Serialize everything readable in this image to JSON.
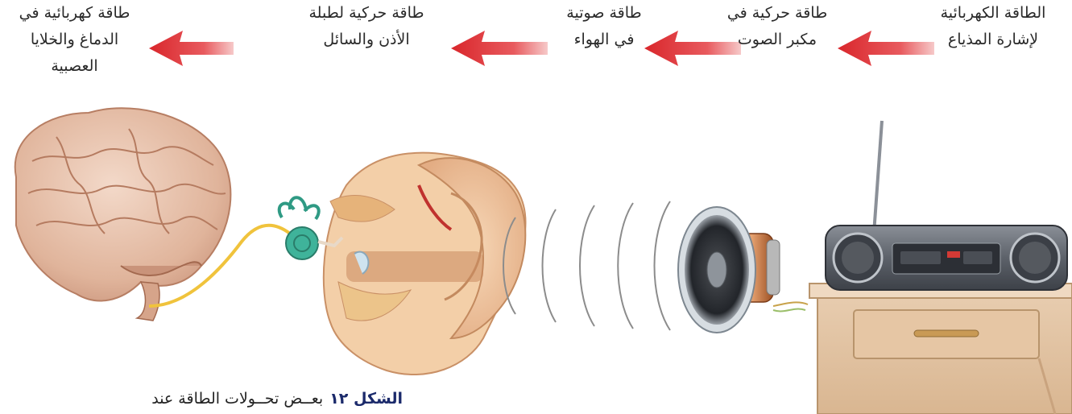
{
  "stages": [
    {
      "lines": [
        "الطاقة الكهربائية",
        "لإشارة المذياع"
      ]
    },
    {
      "lines": [
        "طاقة حركية في",
        "مكبر الصوت"
      ]
    },
    {
      "lines": [
        "طاقة صوتية",
        "في الهواء"
      ]
    },
    {
      "lines": [
        "طاقة حركية لطبلة",
        "الأذن والسائل"
      ]
    },
    {
      "lines": [
        "طاقة كهربائية  في",
        "الدماغ والخلايا",
        "العصبية"
      ]
    }
  ],
  "caption": {
    "title": "الشكل ١٢",
    "text": "بعــض تحــولات الطاقة عند"
  },
  "colors": {
    "arrow": "#d9262b",
    "text": "#2a2a2a",
    "caption_title": "#1b2a6b"
  }
}
